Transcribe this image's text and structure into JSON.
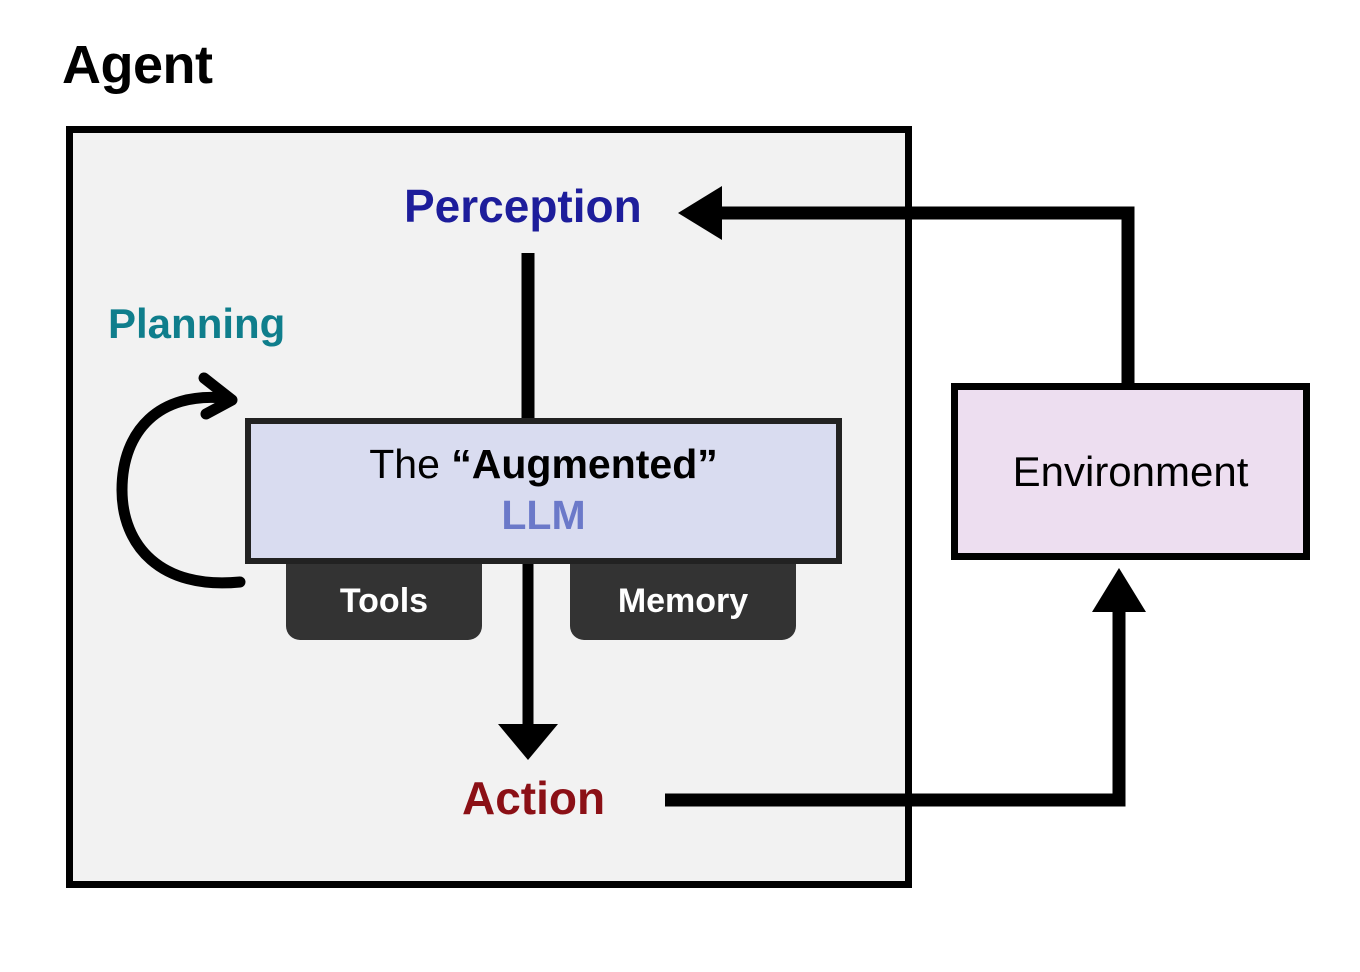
{
  "diagram": {
    "title": "Agent",
    "background_color": "#ffffff",
    "nodes": {
      "agent_container": {
        "label": "Agent",
        "fill": "#f2f2f2",
        "border": "#000000"
      },
      "perception": {
        "label": "Perception",
        "color": "#1d1d9b"
      },
      "planning": {
        "label": "Planning",
        "color": "#0f7e8c"
      },
      "action": {
        "label": "Action",
        "color": "#8b1016"
      },
      "llm": {
        "line1_prefix": "The ",
        "line1_quoted": "“Augmented”",
        "line2": "LLM",
        "line2_color": "#6b79c9",
        "fill": "#d9dcf0",
        "border": "#222222"
      },
      "tools": {
        "label": "Tools",
        "fill": "#333333",
        "text_color": "#ffffff"
      },
      "memory": {
        "label": "Memory",
        "fill": "#333333",
        "text_color": "#ffffff"
      },
      "environment": {
        "label": "Environment",
        "fill": "#eddef0",
        "border": "#000000"
      }
    },
    "edges": [
      {
        "name": "perception-to-llm",
        "from": "Perception",
        "to": "The “Augmented” LLM",
        "arrowhead": false,
        "color": "#000000"
      },
      {
        "name": "llm-to-action",
        "from": "The “Augmented” LLM",
        "to": "Action",
        "arrowhead": true,
        "color": "#000000"
      },
      {
        "name": "planning-self-loop",
        "from": "The “Augmented” LLM",
        "to": "The “Augmented” LLM",
        "arrowhead": true,
        "color": "#000000"
      },
      {
        "name": "environment-to-perception",
        "from": "Environment",
        "to": "Perception",
        "arrowhead": true,
        "color": "#000000"
      },
      {
        "name": "action-to-environment",
        "from": "Action",
        "to": "Environment",
        "arrowhead": true,
        "color": "#000000"
      }
    ]
  }
}
